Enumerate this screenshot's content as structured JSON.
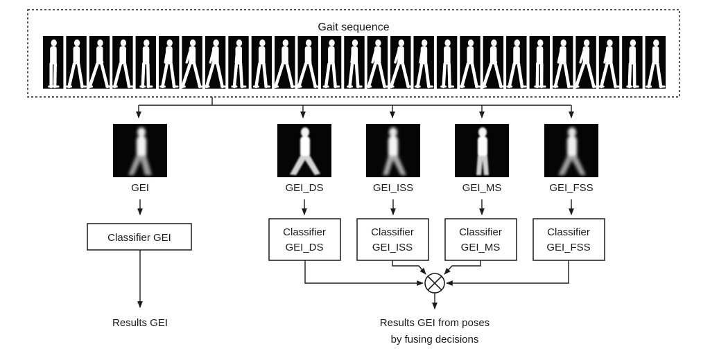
{
  "sequence": {
    "title": "Gait sequence",
    "frame_count": 27
  },
  "branches": [
    {
      "key": "gei",
      "image_label": "GEI",
      "classifier": [
        "Classifier GEI"
      ]
    },
    {
      "key": "ds",
      "image_label": "GEI_DS",
      "classifier": [
        "Classifier",
        "GEI_DS"
      ]
    },
    {
      "key": "iss",
      "image_label": "GEI_ISS",
      "classifier": [
        "Classifier",
        "GEI_ISS"
      ]
    },
    {
      "key": "ms",
      "image_label": "GEI_MS",
      "classifier": [
        "Classifier",
        "GEI_MS"
      ]
    },
    {
      "key": "fss",
      "image_label": "GEI_FSS",
      "classifier": [
        "Classifier",
        "GEI_FSS"
      ]
    }
  ],
  "results": {
    "gei": "Results GEI",
    "fused_line1": "Results GEI from poses",
    "fused_line2": "by fusing decisions"
  },
  "colors": {
    "ink": "#1a1a1a",
    "silhouette_bg": "#050505",
    "silhouette_fg": "#ffffff"
  }
}
